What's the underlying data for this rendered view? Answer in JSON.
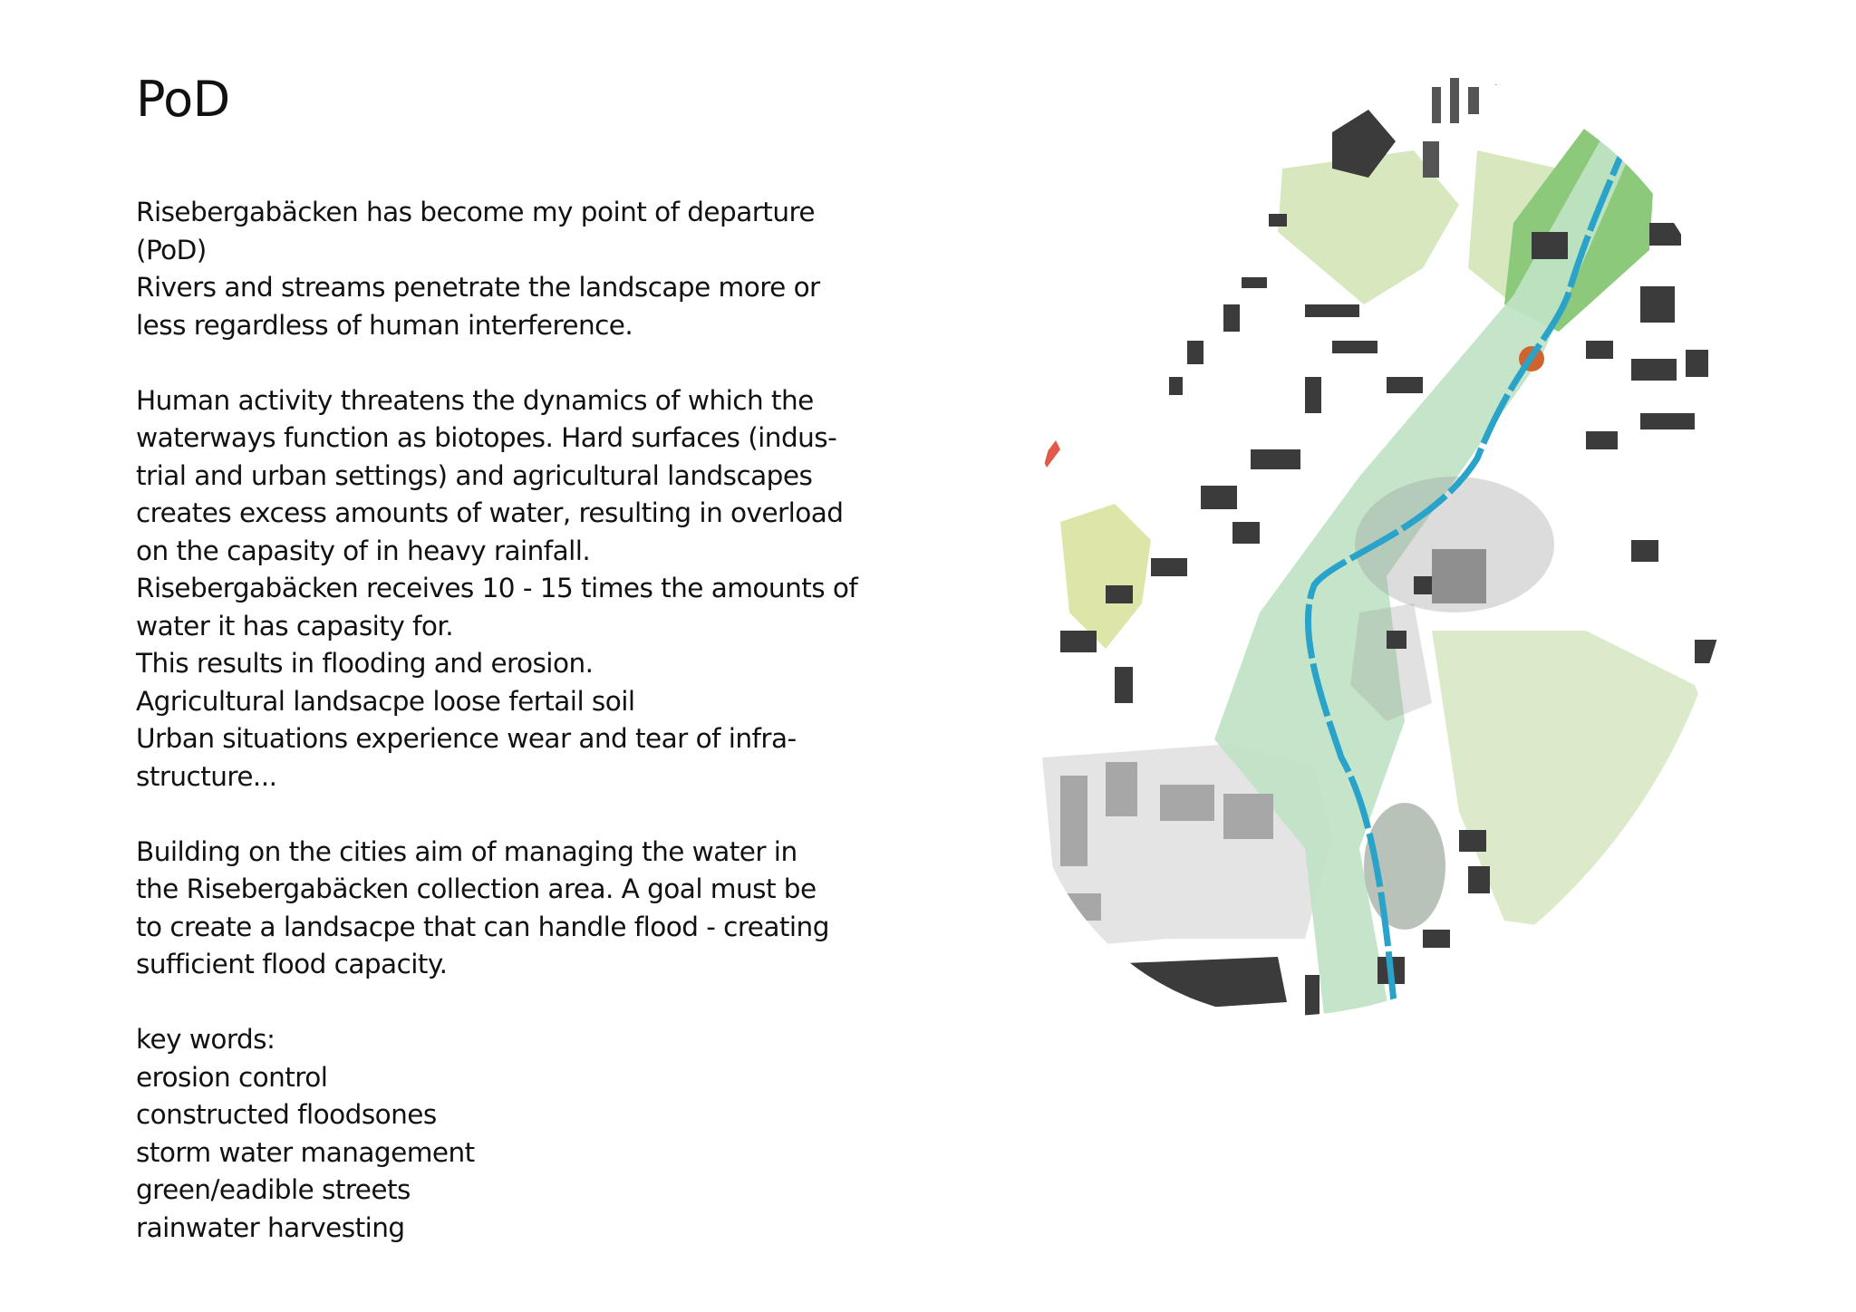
{
  "title": "PoD",
  "paragraphs": [
    [
      "Risebergabäcken has become my point of departure",
      "(PoD)",
      "Rivers and streams penetrate the landscape more or",
      "less regardless of human interference."
    ],
    [
      "Human activity threatens the dynamics of which the",
      "waterways function as biotopes. Hard surfaces (indus-",
      "trial and urban settings) and agricultural landscapes",
      "creates excess amounts of water, resulting in overload",
      "on the capasity of in heavy rainfall.",
      "Risebergabäcken receives 10 - 15 times the amounts of",
      "water it has capasity for.",
      "This results in flooding and erosion.",
      "Agricultural landsacpe loose fertail soil",
      "Urban situations experience wear and tear of infra-",
      "structure..."
    ],
    [
      "Building on the cities aim of managing the water in",
      "the Risebergabäcken collection area. A goal must be",
      "to create a landsacpe that can handle flood - creating",
      "sufficient flood capacity."
    ],
    [
      "key words:",
      "erosion control",
      "constructed floodsones",
      "storm water management",
      "green/eadible streets",
      "rainwater harvesting"
    ]
  ],
  "colors": {
    "stream": "#29a3c9",
    "corridor": "#bfe3c4",
    "park_light": "#d7e8bf",
    "park_mid": "#c6dfa9",
    "park_dark": "#8dc97b",
    "building": "#3b3b3b",
    "industrial": "#a7a7a7",
    "hardscape": "#e4e4e4",
    "pond": "#a9d5ef",
    "accent_orange": "#d0642f",
    "accent_red": "#e05a4a"
  }
}
